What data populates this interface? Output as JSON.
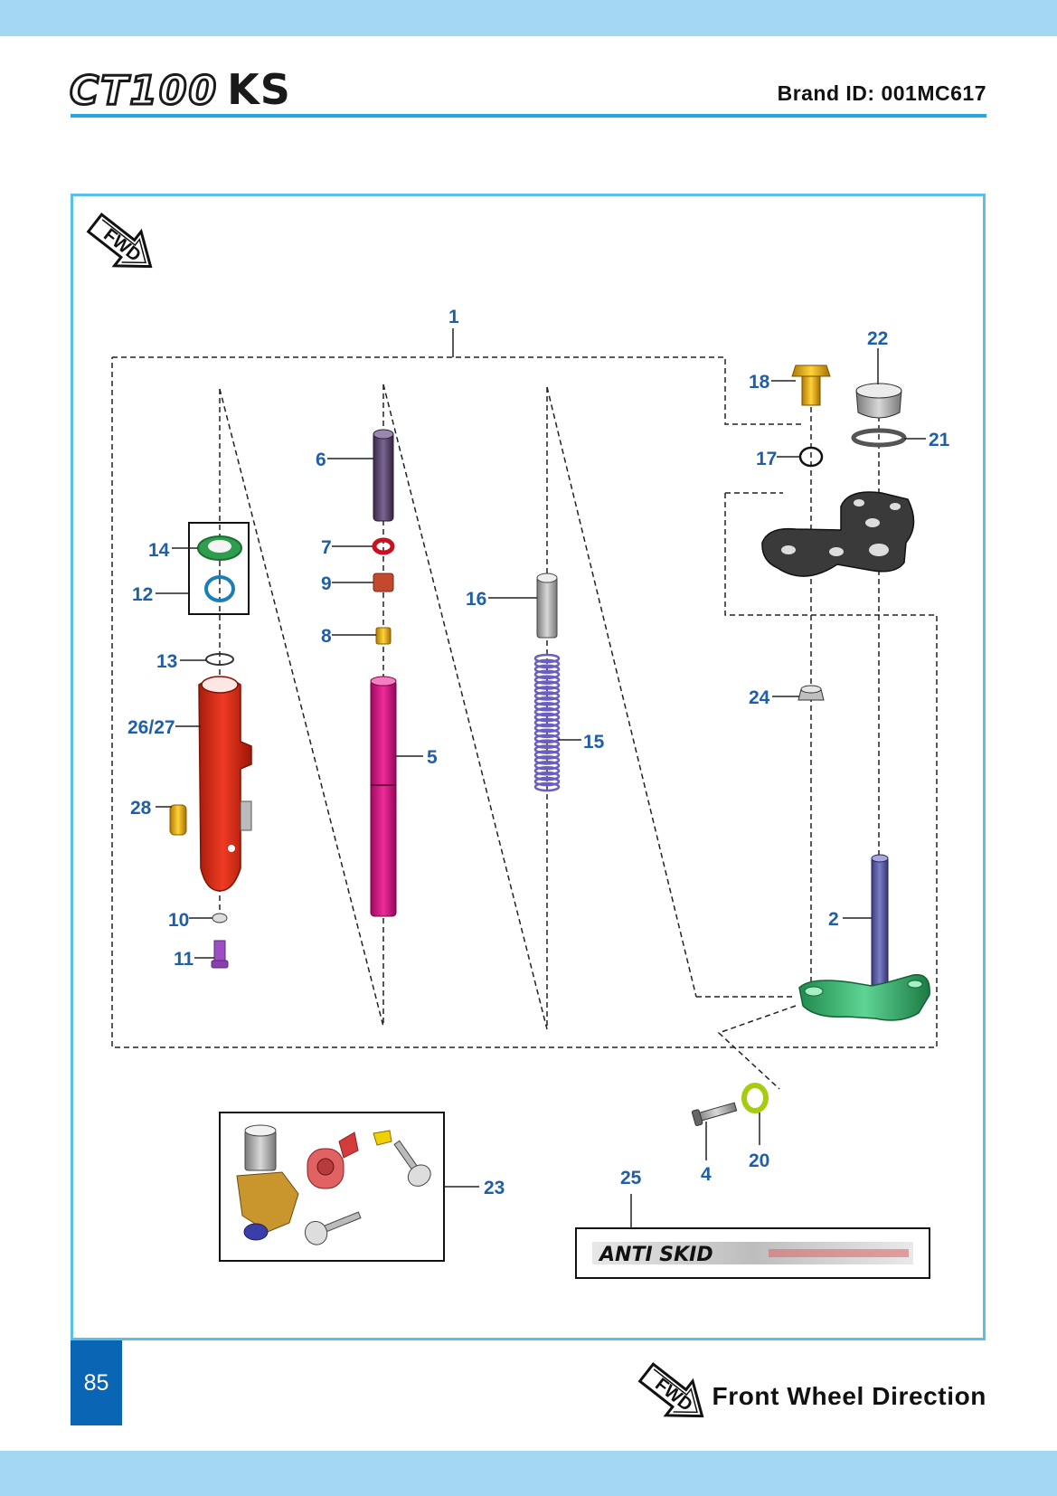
{
  "header": {
    "logo_model": "CT100",
    "logo_variant": "KS",
    "brand_id": "Brand ID: 001MC617"
  },
  "diagram": {
    "fwd_badge": "FWD",
    "callouts": [
      "1",
      "2",
      "4",
      "5",
      "6",
      "7",
      "8",
      "9",
      "10",
      "11",
      "12",
      "13",
      "14",
      "15",
      "16",
      "17",
      "18",
      "20",
      "21",
      "22",
      "23",
      "24",
      "25",
      "26/27",
      "28"
    ],
    "sticker_text": "ANTI SKID"
  },
  "footer": {
    "page_number": "85",
    "fwd_badge": "FWD",
    "caption": "Front Wheel Direction"
  },
  "colors": {
    "accent": "#2aa7e3",
    "band": "#a4d8f2",
    "callout": "#1f5fa8",
    "page_box": "#0b65b5"
  }
}
